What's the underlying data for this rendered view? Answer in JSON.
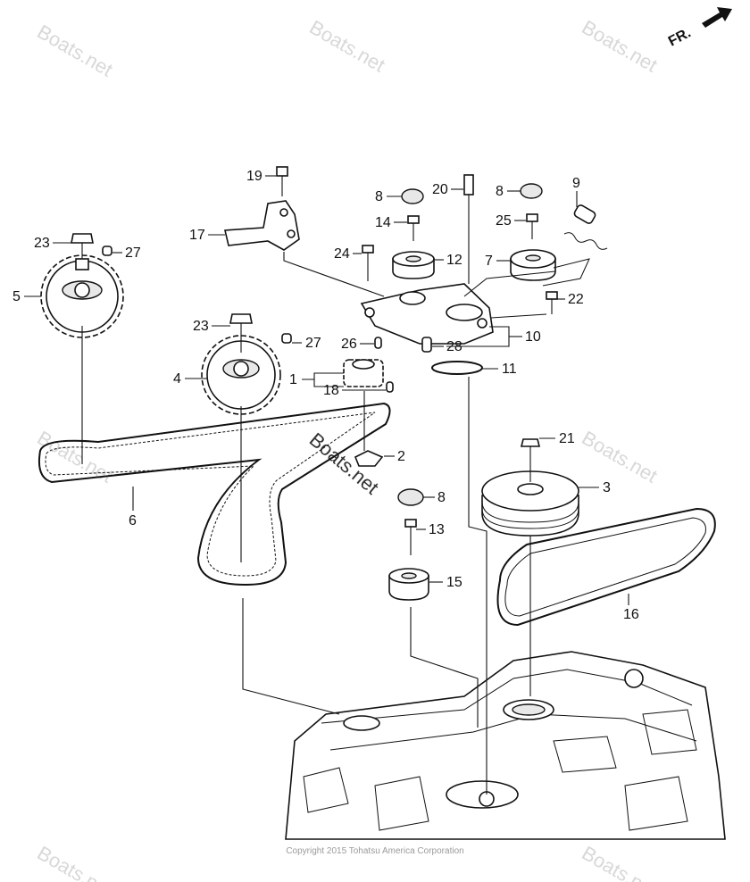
{
  "direction_label": "FR.",
  "watermark": "Boats.net",
  "copyright": "Copyright 2015 Tohatsu America Corporation",
  "callouts": [
    "1",
    "2",
    "3",
    "4",
    "5",
    "6",
    "7",
    "8",
    "8",
    "8",
    "9",
    "10",
    "11",
    "12",
    "13",
    "14",
    "15",
    "16",
    "17",
    "18",
    "19",
    "20",
    "21",
    "22",
    "23",
    "23",
    "24",
    "25",
    "26",
    "27",
    "27",
    "28"
  ]
}
